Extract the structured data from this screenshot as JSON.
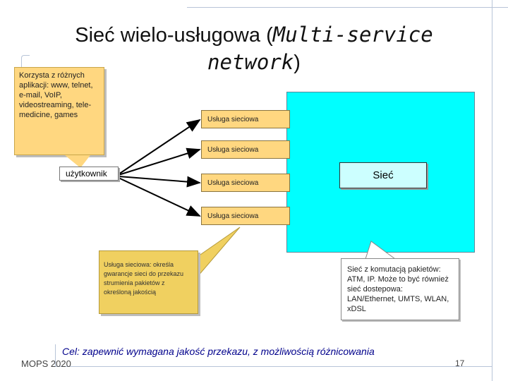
{
  "title": {
    "main": "Sieć wielo-usługowa (",
    "italic": "Multi-service network",
    "close": ")"
  },
  "callouts": {
    "users": "Korzysta z różnych aplikacji: www, telnet, e-mail, VoIP, videostreaming, tele-medicine, games",
    "service": "Usługa sieciowa: określa gwarancje sieci do przekazu strumienia pakietów z określoną jakością",
    "network": "Sieć z komutacją pakietów: ATM, IP. Może to być również sieć dostepowa: LAN/Ethernet, UMTS, WLAN, xDSL"
  },
  "user_label": "użytkownik",
  "services": [
    "Usługa sieciowa",
    "Usługa sieciowa",
    "Usługa sieciowa",
    "Usługa sieciowa"
  ],
  "network_label": "Sieć",
  "goal": "Cel: zapewnić wymagana jakość przekazu, z możliwością różnicowania",
  "footer": {
    "course": "MOPS 2020",
    "page": "17"
  },
  "colors": {
    "service_fill": "#ffd780",
    "network_fill": "#00ffff",
    "goal_text": "#00008b"
  }
}
